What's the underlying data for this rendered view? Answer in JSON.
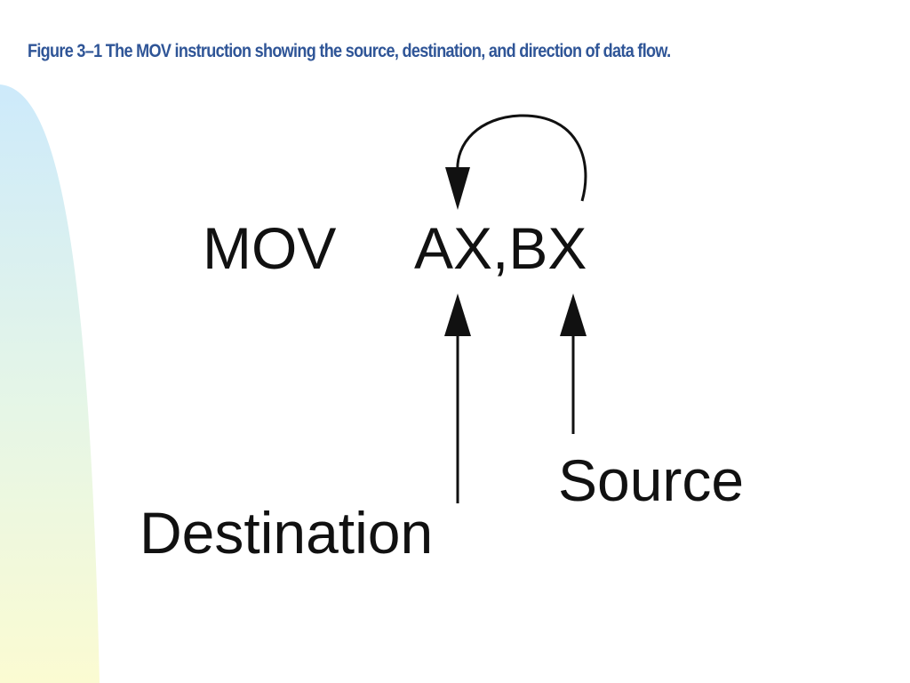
{
  "caption": "Figure 3–1  The MOV instruction showing the source, destination, and direction of data flow.",
  "diagram": {
    "opcode": "MOV",
    "operands": "AX,BX",
    "destination_label": "Destination",
    "source_label": "Source"
  },
  "colors": {
    "caption": "#2f5597",
    "ink": "#111111",
    "band_top": "#cdeafb",
    "band_bottom": "#fbfbd2"
  }
}
